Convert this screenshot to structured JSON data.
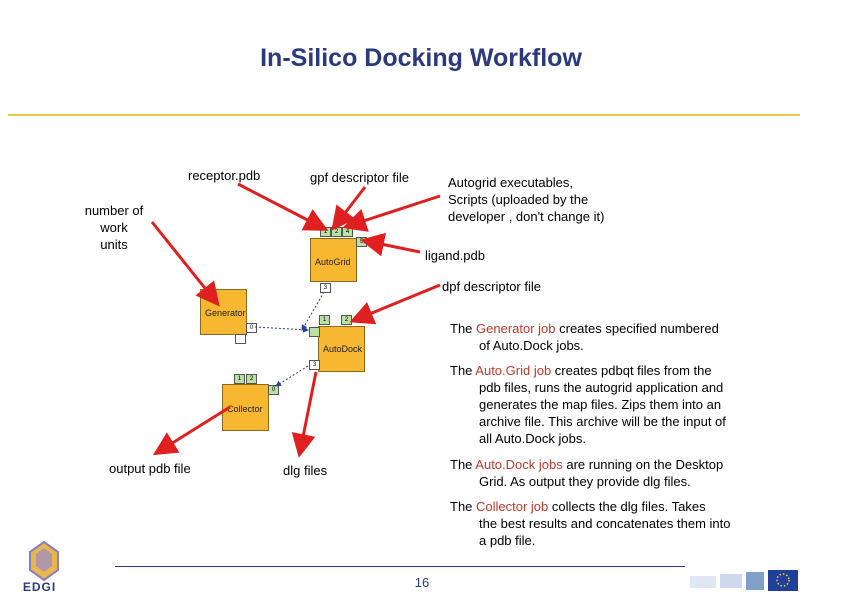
{
  "title": "In-Silico Docking Workflow",
  "labels": {
    "receptor": "receptor.pdb",
    "gpf": "gpf descriptor file",
    "autogrid_exec": "Autogrid executables,",
    "autogrid_exec2": "Scripts (uploaded by the",
    "autogrid_exec3": "developer , don't change it)",
    "num_units_1": "number of",
    "num_units_2": "work",
    "num_units_3": "units",
    "ligand": "ligand.pdb",
    "dpf": "dpf descriptor file",
    "output_pdb": "output pdb file",
    "dlg": "dlg files"
  },
  "boxes": {
    "autogrid": "AutoGrid",
    "generator": "Generator",
    "autodock": "AutoDock",
    "collector": "Collector"
  },
  "ports": {
    "ag_1": "1",
    "ag_2": "2",
    "ag_3": "4",
    "ag_r": "5",
    "ag_b": "3",
    "ad_1": "1",
    "ad_2": "2",
    "ad_b": "3",
    "gen_r": "0",
    "col_1": "1",
    "col_2": "2",
    "col_r": "0"
  },
  "descriptions": {
    "generator": {
      "pre": "The ",
      "job": "Generator job",
      "post": " creates specified numbered",
      "line2": "of Auto.Dock jobs."
    },
    "autogrid": {
      "pre": "The ",
      "job": "Auto.Grid job",
      "post": " creates pdbqt files from the",
      "line2": "pdb files, runs the autogrid application and",
      "line3": "generates the map files.  Zips them into an",
      "line4": "archive file. This archive will be the input of",
      "line5": "all Auto.Dock jobs."
    },
    "autodock": {
      "pre": "The ",
      "job": "Auto.Dock jobs",
      "post": " are running on the Desktop",
      "line2": "Grid. As output they provide dlg files."
    },
    "collector": {
      "pre": "The ",
      "job": "Collector job",
      "post": " collects the dlg files. Takes",
      "line2": "the  best results and concatenates them into",
      "line3": "a pdb file."
    }
  },
  "footer": {
    "page_number": "16",
    "logo": "EDGI"
  },
  "colors": {
    "arrow": "#e02020",
    "box_fill": "#f7b731",
    "title": "#2b3a7c",
    "rule": "#e8c84a"
  }
}
